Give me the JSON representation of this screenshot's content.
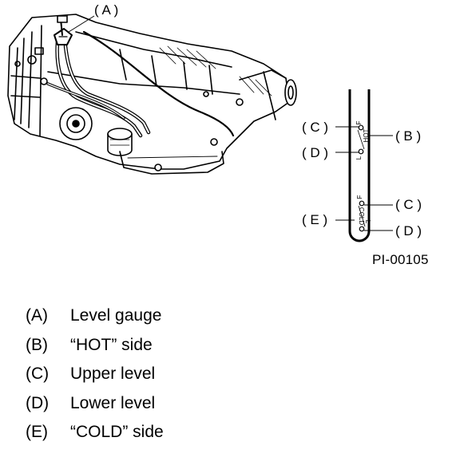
{
  "figure": {
    "callouts": {
      "A": "( A )",
      "B": "( B )",
      "C1": "( C )",
      "C2": "( C )",
      "D1": "( D )",
      "D2": "( D )",
      "E": "( E )"
    },
    "gauge_marks": {
      "hot_f": "F",
      "hot_label": "HOT",
      "hot_l": "L",
      "cold_f": "F",
      "cold_label": "COLD",
      "cold_l": "L"
    },
    "figure_id": "PI-00105"
  },
  "legend": [
    {
      "key": "(A)",
      "text": "Level gauge"
    },
    {
      "key": "(B)",
      "text": "“HOT” side"
    },
    {
      "key": "(C)",
      "text": "Upper level"
    },
    {
      "key": "(D)",
      "text": "Lower level"
    },
    {
      "key": "(E)",
      "text": "“COLD” side"
    }
  ]
}
